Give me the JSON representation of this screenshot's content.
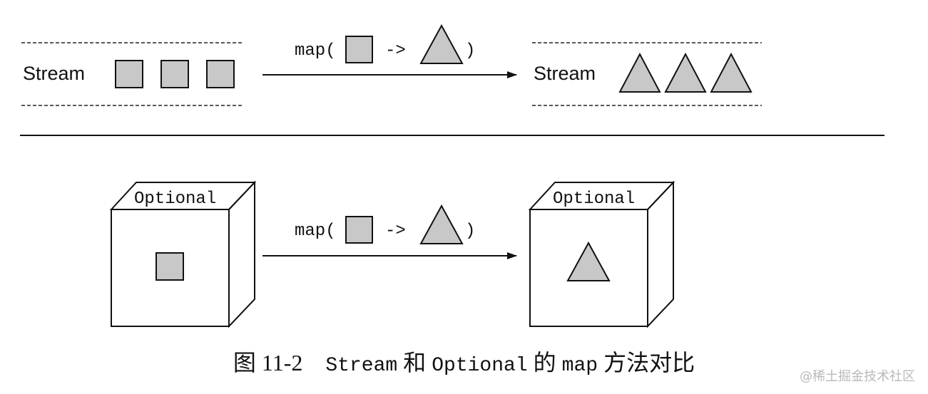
{
  "stream_row": {
    "source_label": "Stream",
    "target_label": "Stream",
    "map_prefix": "map(",
    "map_arrow": "->",
    "map_suffix": ")"
  },
  "optional_row": {
    "source_label": "Optional",
    "target_label": "Optional",
    "map_prefix": "map(",
    "map_arrow": "->",
    "map_suffix": ")"
  },
  "caption": {
    "figure_no": "图 11-2",
    "part1": "Stream",
    "part2": "和",
    "part3": "Optional",
    "part4": "的",
    "part5": "map",
    "part6": "方法对比"
  },
  "watermark": "@稀土掘金技术社区",
  "colors": {
    "shape_fill": "#c8c8c8",
    "stroke": "#111111"
  }
}
